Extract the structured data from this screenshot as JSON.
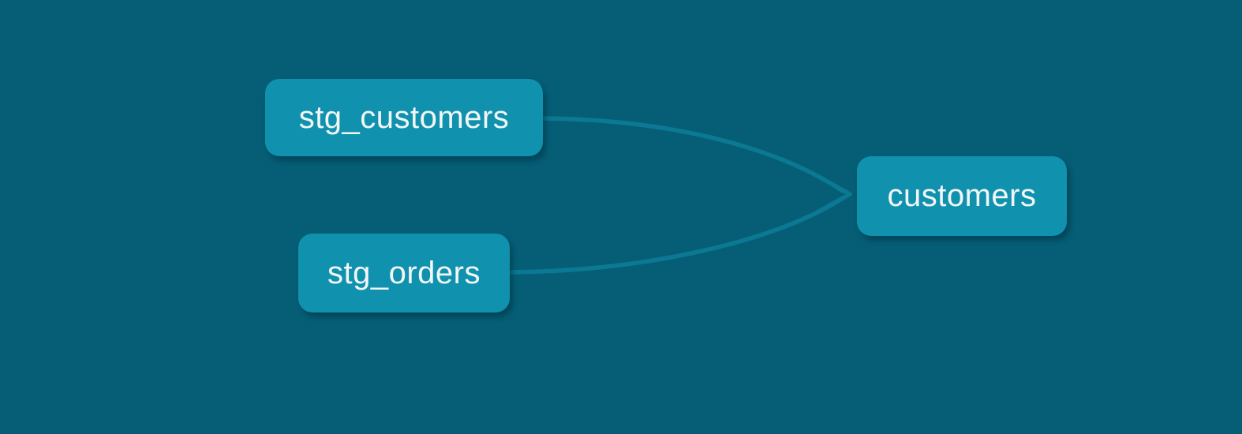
{
  "diagram": {
    "type": "lineage-graph",
    "background_color": "#055E76",
    "edge_color": "#0B7993",
    "node_fill_color": "#1092AE",
    "node_text_color": "#F2F6F7",
    "nodes": [
      {
        "id": "stg_customers",
        "label": "stg_customers"
      },
      {
        "id": "stg_orders",
        "label": "stg_orders"
      },
      {
        "id": "customers",
        "label": "customers"
      }
    ],
    "edges": [
      {
        "from": "stg_customers",
        "to": "customers"
      },
      {
        "from": "stg_orders",
        "to": "customers"
      }
    ]
  }
}
